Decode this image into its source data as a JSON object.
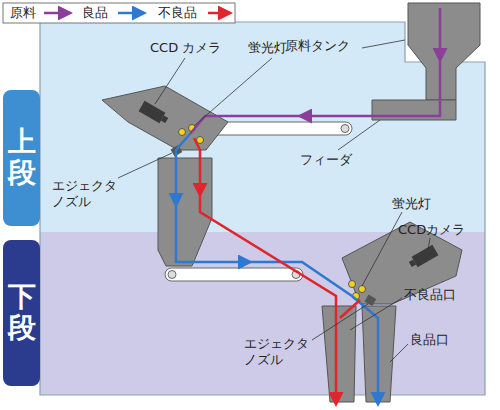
{
  "diagram": {
    "nodes": [
      {
        "text": [
          "上段"
        ]
      },
      {
        "text": [
          "下段"
        ]
      }
    ],
    "edges": [],
    "labels": [
      "CCD カメラ",
      "蛍光灯",
      "原料タンク",
      "フィーダ",
      "エジェクタ ノズル",
      "蛍光灯",
      "CCDカメラ",
      "不良品口",
      "エジェクタ ノズル",
      "良品口"
    ],
    "legend": [
      {
        "text": "原料"
      },
      {
        "text": "良品"
      },
      {
        "text": "不良品"
      }
    ]
  }
}
